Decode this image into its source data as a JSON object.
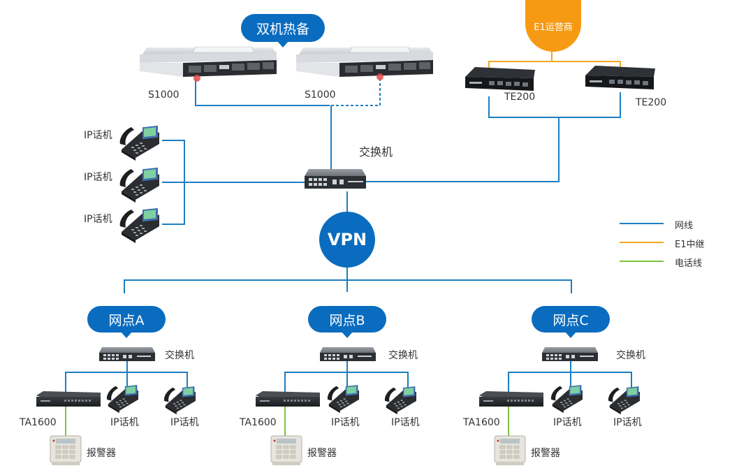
{
  "colors": {
    "network": "#1b7ec2",
    "e1": "#f5a623",
    "phone": "#7cc242",
    "badge_blue": "#0a6cbf",
    "badge_orange": "#f59a12"
  },
  "top": {
    "hotstandby_label": "双机热备",
    "server_left_label": "S1000",
    "server_right_label": "S1000",
    "carrier_label": "E1运营商",
    "gateway_left_label": "TE200",
    "gateway_right_label": "TE200",
    "core_switch_label": "交换机",
    "phones": [
      "IP话机",
      "IP话机",
      "IP话机"
    ],
    "vpn_label": "VPN"
  },
  "legend": [
    {
      "label": "网线",
      "color": "#1b7ec2"
    },
    {
      "label": "E1中继",
      "color": "#f5a623"
    },
    {
      "label": "电话线",
      "color": "#7cc242"
    }
  ],
  "branches": [
    {
      "name": "网点A",
      "switch_label": "交换机",
      "gateway_label": "TA1600",
      "phone1_label": "IP话机",
      "phone2_label": "IP话机",
      "alarm_label": "报警器"
    },
    {
      "name": "网点B",
      "switch_label": "交换机",
      "gateway_label": "TA1600",
      "phone1_label": "IP话机",
      "phone2_label": "IP话机",
      "alarm_label": "报警器"
    },
    {
      "name": "网点C",
      "switch_label": "交换机",
      "gateway_label": "TA1600",
      "phone1_label": "IP话机",
      "phone2_label": "IP话机",
      "alarm_label": "报警器"
    }
  ]
}
